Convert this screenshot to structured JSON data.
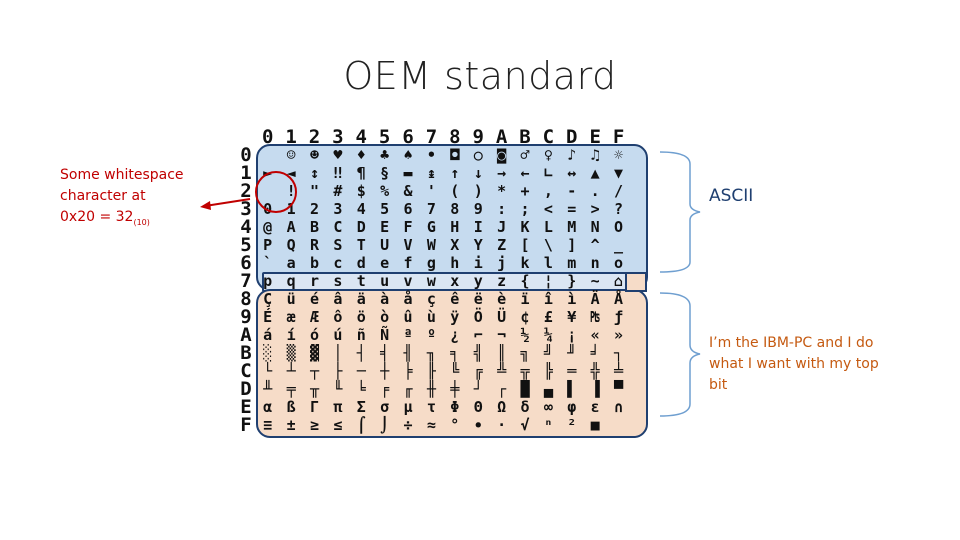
{
  "title": "OEM standard",
  "note": {
    "line1": "Some whitespace",
    "line2": "character at",
    "line3": "0x20 = 32",
    "base": "(10)"
  },
  "ascii_label": "ASCII",
  "ibm_label": "I’m the IBM-PC and I do what I want with my top bit",
  "headers": [
    "0",
    "1",
    "2",
    "3",
    "4",
    "5",
    "6",
    "7",
    "8",
    "9",
    "A",
    "B",
    "C",
    "D",
    "E",
    "F"
  ],
  "rows": [
    [
      " ",
      "☺",
      "☻",
      "♥",
      "♦",
      "♣",
      "♠",
      "•",
      "◘",
      "○",
      "◙",
      "♂",
      "♀",
      "♪",
      "♫",
      "☼"
    ],
    [
      "►",
      "◄",
      "↕",
      "‼",
      "¶",
      "§",
      "▬",
      "↨",
      "↑",
      "↓",
      "→",
      "←",
      "∟",
      "↔",
      "▲",
      "▼"
    ],
    [
      " ",
      "!",
      "\"",
      "#",
      "$",
      "%",
      "&",
      "'",
      "(",
      ")",
      "*",
      "+",
      ",",
      "-",
      ".",
      "/"
    ],
    [
      "0",
      "1",
      "2",
      "3",
      "4",
      "5",
      "6",
      "7",
      "8",
      "9",
      ":",
      ";",
      "<",
      "=",
      ">",
      "?"
    ],
    [
      "@",
      "A",
      "B",
      "C",
      "D",
      "E",
      "F",
      "G",
      "H",
      "I",
      "J",
      "K",
      "L",
      "M",
      "N",
      "O"
    ],
    [
      "P",
      "Q",
      "R",
      "S",
      "T",
      "U",
      "V",
      "W",
      "X",
      "Y",
      "Z",
      "[",
      "\\",
      "]",
      "^",
      "_"
    ],
    [
      "`",
      "a",
      "b",
      "c",
      "d",
      "e",
      "f",
      "g",
      "h",
      "i",
      "j",
      "k",
      "l",
      "m",
      "n",
      "o"
    ],
    [
      "p",
      "q",
      "r",
      "s",
      "t",
      "u",
      "v",
      "w",
      "x",
      "y",
      "z",
      "{",
      "¦",
      "}",
      "~",
      "⌂"
    ],
    [
      "Ç",
      "ü",
      "é",
      "â",
      "ä",
      "à",
      "å",
      "ç",
      "ê",
      "ë",
      "è",
      "ï",
      "î",
      "ì",
      "Ä",
      "Å"
    ],
    [
      "É",
      "æ",
      "Æ",
      "ô",
      "ö",
      "ò",
      "û",
      "ù",
      "ÿ",
      "Ö",
      "Ü",
      "¢",
      "£",
      "¥",
      "₧",
      "ƒ"
    ],
    [
      "á",
      "í",
      "ó",
      "ú",
      "ñ",
      "Ñ",
      "ª",
      "º",
      "¿",
      "⌐",
      "¬",
      "½",
      "¼",
      "¡",
      "«",
      "»"
    ],
    [
      "░",
      "▒",
      "▓",
      "│",
      "┤",
      "╡",
      "╢",
      "╖",
      "╕",
      "╣",
      "║",
      "╗",
      "╝",
      "╜",
      "╛",
      "┐"
    ],
    [
      "└",
      "┴",
      "┬",
      "├",
      "─",
      "┼",
      "╞",
      "╟",
      "╚",
      "╔",
      "╩",
      "╦",
      "╠",
      "═",
      "╬",
      "╧"
    ],
    [
      "╨",
      "╤",
      "╥",
      "╙",
      "╘",
      "╒",
      "╓",
      "╫",
      "╪",
      "┘",
      "┌",
      "█",
      "▄",
      "▌",
      "▐",
      "▀"
    ],
    [
      "α",
      "ß",
      "Γ",
      "π",
      "Σ",
      "σ",
      "µ",
      "τ",
      "Φ",
      "Θ",
      "Ω",
      "δ",
      "∞",
      "φ",
      "ε",
      "∩"
    ],
    [
      "≡",
      "±",
      "≥",
      "≤",
      "⌠",
      "⌡",
      "÷",
      "≈",
      "°",
      "∙",
      "·",
      "√",
      "ⁿ",
      "²",
      "■",
      " "
    ]
  ],
  "colors": {
    "ascii_fill": "#c6dbef",
    "ext_fill": "#f6dcc8",
    "outline": "#1f3f70",
    "annotation_red": "#c00000",
    "ibm_orange": "#c55a11"
  }
}
